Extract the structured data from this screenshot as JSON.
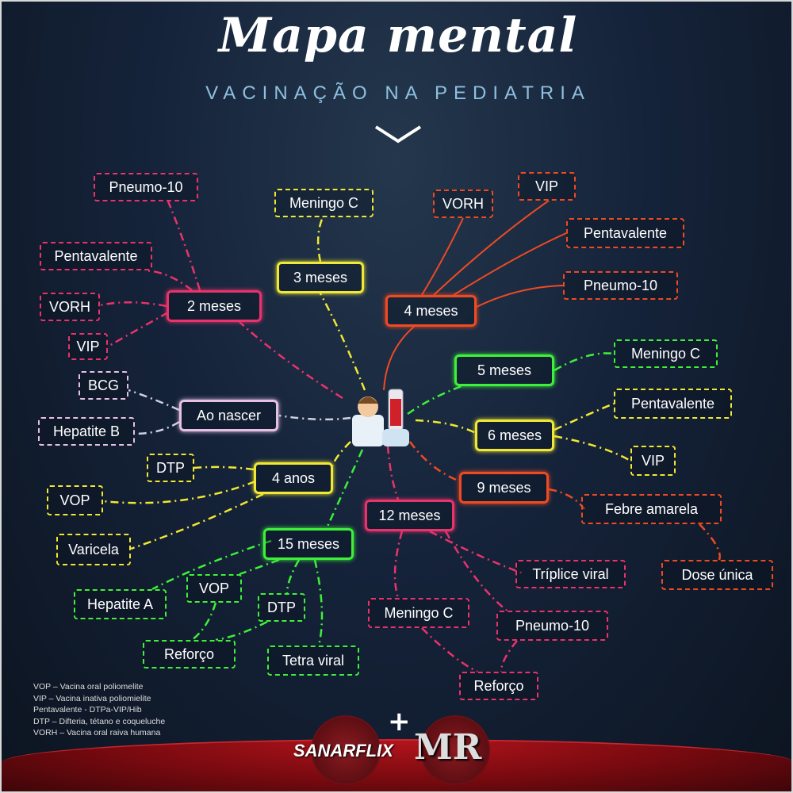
{
  "title": "Mapa mental",
  "subtitle": "VACINAÇÃO NA PEDIATRIA",
  "colors": {
    "pink": "#e8336b",
    "yellow": "#f0e832",
    "orange": "#ef4a22",
    "green": "#3ef03a",
    "lavender": "#e6c0e4",
    "background": "#15233a"
  },
  "hubs": {
    "ao_nascer": "Ao nascer",
    "m2": "2 meses",
    "m3": "3 meses",
    "m4": "4 meses",
    "m5": "5 meses",
    "m6": "6 meses",
    "m9": "9 meses",
    "m12": "12 meses",
    "m15": "15 meses",
    "a4": "4 anos"
  },
  "leaves": {
    "ao_nascer": [
      "BCG",
      "Hepatite B"
    ],
    "m2": [
      "Pneumo-10",
      "Pentavalente",
      "VORH",
      "VIP"
    ],
    "m3": [
      "Meningo C"
    ],
    "m4": [
      "VORH",
      "VIP",
      "Pentavalente",
      "Pneumo-10"
    ],
    "m5": [
      "Meningo C"
    ],
    "m6": [
      "Pentavalente",
      "VIP"
    ],
    "m9": [
      "Febre amarela",
      "Dose única"
    ],
    "m12": [
      "Tríplice viral",
      "Pneumo-10",
      "Meningo C",
      "Reforço"
    ],
    "m15": [
      "Hepatite A",
      "VOP",
      "DTP",
      "Reforço",
      "Tetra viral"
    ],
    "a4": [
      "DTP",
      "VOP",
      "Varicela"
    ]
  },
  "legend": [
    "VOP – Vacina oral poliomelite",
    "VIP – Vacina inativa poliomielite",
    "Pentavalente - DTPa-VIP/Hib",
    "DTP – Difteria, tétano e coqueluche",
    "VORH – Vacina oral raiva humana"
  ],
  "logos": {
    "left": "SANARFLIX",
    "plus": "+",
    "right": "MR"
  }
}
